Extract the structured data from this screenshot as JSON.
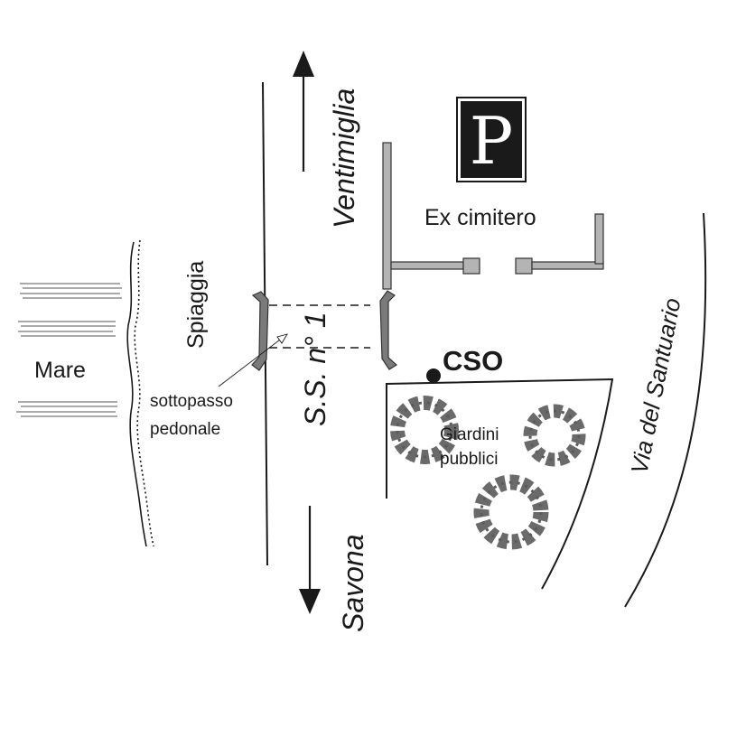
{
  "labels": {
    "sea": "Mare",
    "beach": "Spiaggia",
    "underpass_line1": "sottopasso",
    "underpass_line2": "pedonale",
    "road": "S.S. n° 1",
    "north_direction": "Ventimiglia",
    "south_direction": "Savona",
    "parking_symbol": "P",
    "former_cemetery": "Ex cimitero",
    "cso": "CSO",
    "gardens_line1": "Giardini",
    "gardens_line2": "pubblici",
    "street": "Via del Santuario"
  },
  "colors": {
    "ink": "#1a1a1a",
    "wall_fill": "#b4b4b4",
    "underpass_fill": "#7a7a7a",
    "tree_fill": "#6a6a6a",
    "parking_bg": "#1a1a1a",
    "parking_fg": "#ffffff"
  },
  "icons": [
    "parking-icon",
    "tree-icon",
    "arrow-up-icon",
    "arrow-down-icon",
    "location-dot-icon"
  ]
}
